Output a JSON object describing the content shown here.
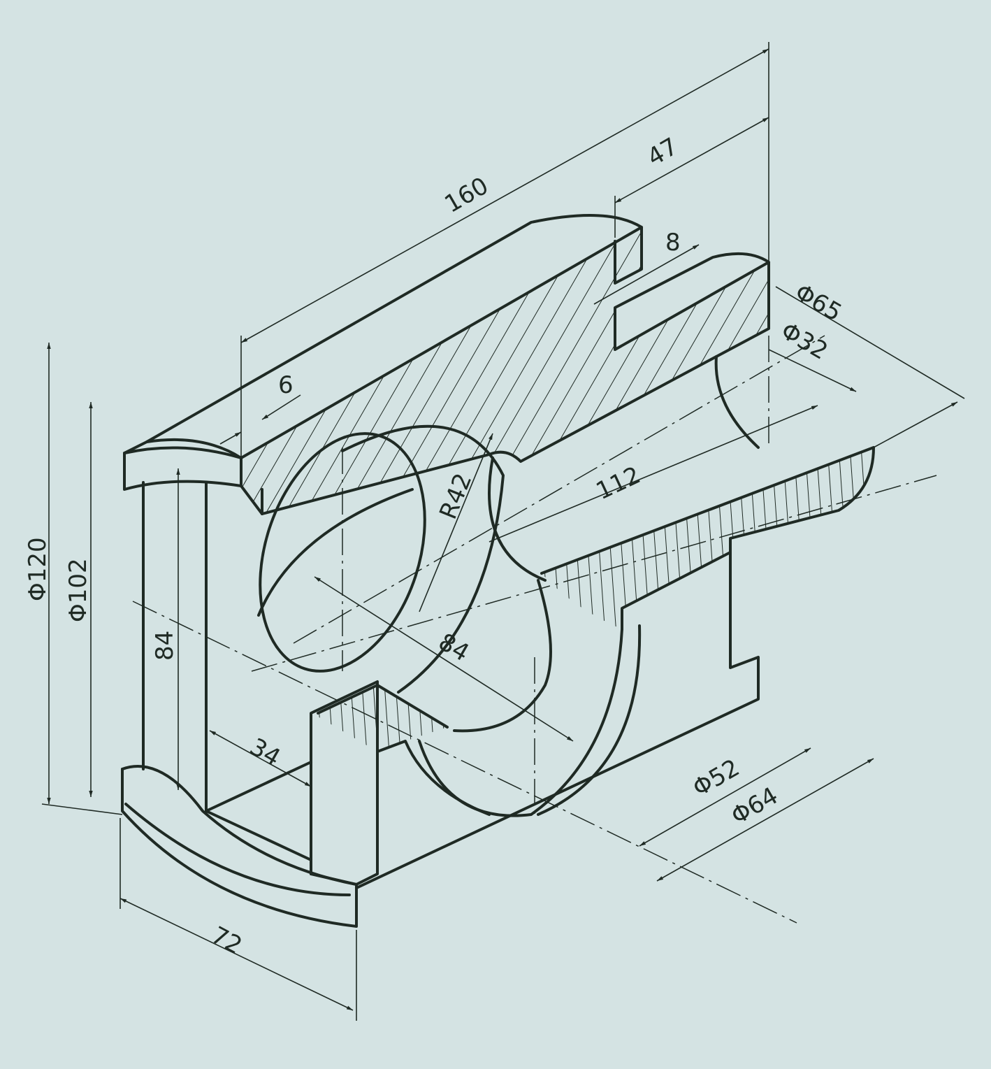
{
  "drawing": {
    "title": "Isometric half-section drawing of a bearing housing",
    "colors": {
      "paper": "#d4e3e3",
      "ink": "#1f2a24"
    },
    "dimensions": {
      "overall_length": "160",
      "slot_offset": "47",
      "slot_width": "8",
      "outer_boss_dia": "Φ65",
      "bore_dia": "Φ32",
      "flange_thickness": "6",
      "radius": "R42",
      "inner_length": "112",
      "height_inner": "84",
      "bore_84": "84",
      "depth_34": "34",
      "outer_dia": "Φ120",
      "flange_dia": "Φ102",
      "recess_dia_52": "Φ52",
      "recess_dia_64": "Φ64",
      "width": "72"
    }
  }
}
